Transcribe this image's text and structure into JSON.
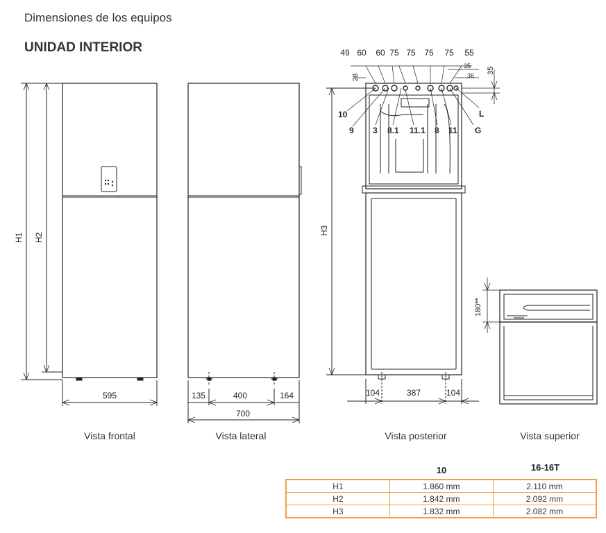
{
  "header": {
    "title": "Dimensiones de los equipos",
    "subtitle": "UNIDAD INTERIOR"
  },
  "views": {
    "front": "Vista frontal",
    "side": "Vista lateral",
    "rear": "Vista posterior",
    "top": "Vista superior"
  },
  "front_dims": {
    "h1": "H1",
    "h2": "H2",
    "width": "595"
  },
  "side_dims": {
    "d1": "135",
    "d2": "400",
    "d3": "164",
    "total": "700"
  },
  "rear_dims": {
    "h3": "H3",
    "top_values": [
      "49",
      "60",
      "60",
      "75",
      "75",
      "75",
      "75",
      "55"
    ],
    "small_right": [
      "35",
      "36"
    ],
    "vertical_35": "35",
    "left_28": "28",
    "bottom": [
      "104",
      "387",
      "104"
    ],
    "callouts": [
      "10",
      "9",
      "3",
      "8.1",
      "11.1",
      "8",
      "11",
      "G",
      "L"
    ]
  },
  "top_dims": {
    "height": "180**"
  },
  "table": {
    "headers": [
      "10",
      "16-16T"
    ],
    "rows": [
      {
        "label": "H1",
        "v10": "1.860 mm",
        "v16": "2.110 mm"
      },
      {
        "label": "H2",
        "v10": "1.842 mm",
        "v16": "2.092 mm"
      },
      {
        "label": "H3",
        "v10": "1.832 mm",
        "v16": "2.082 mm"
      }
    ]
  }
}
